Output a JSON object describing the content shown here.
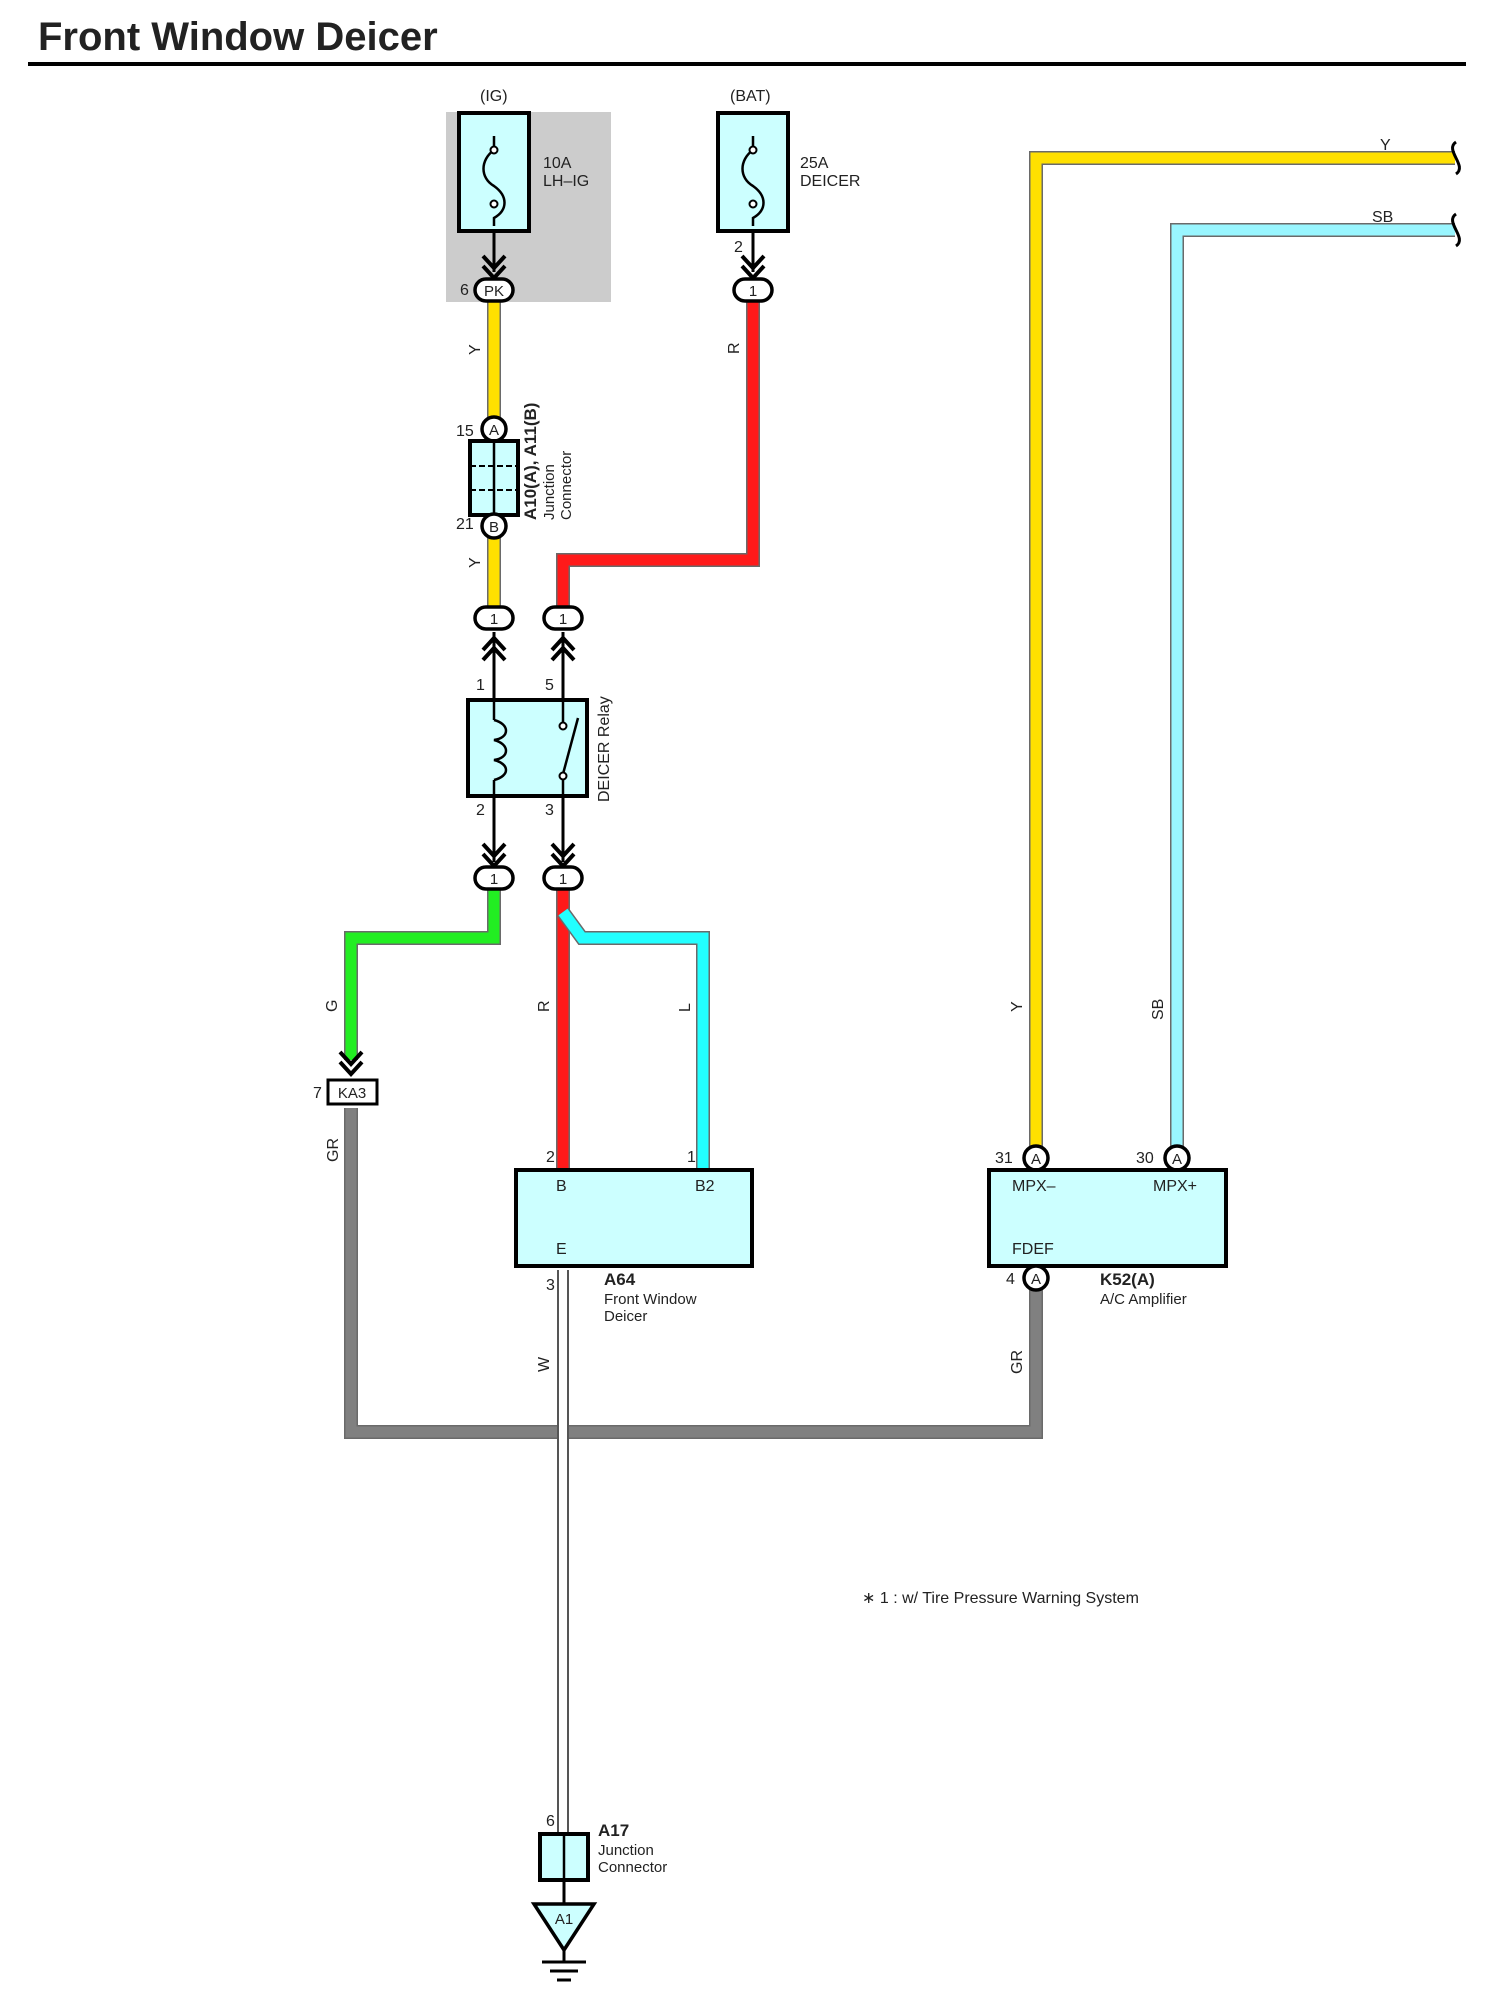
{
  "title": "Front Window Deicer",
  "colors": {
    "Y": "#ffe000",
    "R": "#ff1a1a",
    "G": "#22ee22",
    "L": "#22ffff",
    "SB": "#99f6ff",
    "GR": "#808080",
    "W": "#ffffff",
    "component_fill": "#ccffff",
    "fuse_block_bg": "#cccccc"
  },
  "fuses": {
    "lh_ig": {
      "source": "(IG)",
      "rating": "10A",
      "name": "LH–IG",
      "pin_top": "",
      "pin": "6",
      "connector": "PK"
    },
    "deicer": {
      "source": "(BAT)",
      "rating": "25A",
      "name": "DEICER",
      "pin": "2",
      "connector": "1"
    }
  },
  "junction_a10": {
    "title": "A10(A), A11(B)",
    "line1": "Junction",
    "line2": "Connector",
    "pin_top": "15",
    "conn_top": "A",
    "pin_bottom": "21",
    "conn_bottom": "B"
  },
  "relay": {
    "name": "DEICER Relay",
    "pins": {
      "p1": "1",
      "p2": "2",
      "p3": "3",
      "p5": "5"
    },
    "connectors": {
      "in_left": "1",
      "in_right": "1",
      "out_left": "1",
      "out_right": "1"
    }
  },
  "ka3": {
    "pin": "7",
    "name": "KA3"
  },
  "deicer_component": {
    "id": "A64",
    "line1": "Front Window",
    "line2": "Deicer",
    "terminals": {
      "b": "B",
      "b2": "B2",
      "e": "E"
    },
    "pins": {
      "b": "2",
      "b2": "1",
      "e": "3"
    }
  },
  "amplifier": {
    "id": "K52(A)",
    "line1": "A/C Amplifier",
    "terminals": {
      "mpx_minus": "MPX–",
      "mpx_plus": "MPX+",
      "fdef": "FDEF"
    },
    "pins": {
      "mpx_minus": "31",
      "mpx_plus": "30",
      "fdef": "4"
    },
    "connector": "A"
  },
  "junction_a17": {
    "id": "A17",
    "line1": "Junction",
    "line2": "Connector",
    "pin": "6",
    "ground": "A1"
  },
  "wire_labels": {
    "y_top": "Y",
    "sb_top": "SB",
    "y_upper": "Y",
    "y_lower": "Y",
    "r_upper": "R",
    "g": "G",
    "r_lower": "R",
    "l": "L",
    "gr_left": "GR",
    "w": "W",
    "gr_right": "GR",
    "y_amp": "Y",
    "sb_amp": "SB"
  },
  "note": "∗ 1 : w/ Tire Pressure Warning System"
}
